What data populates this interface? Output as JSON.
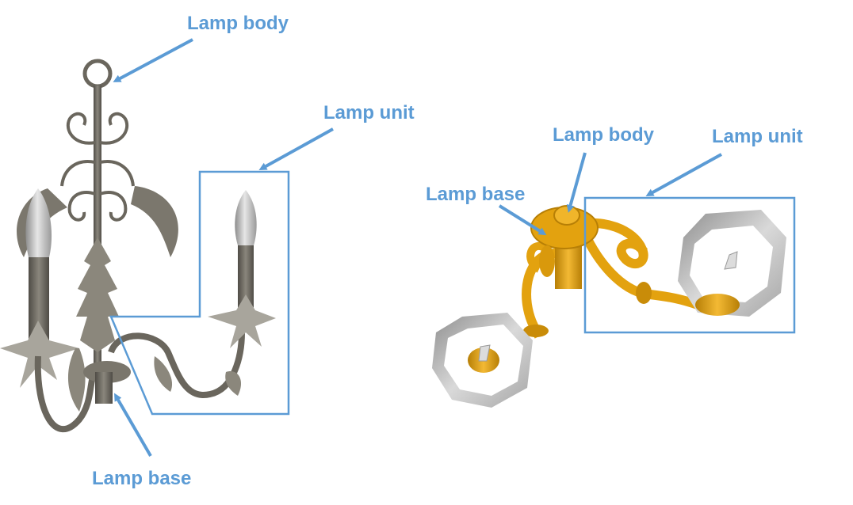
{
  "colors": {
    "label": "#5b9bd5",
    "metal": "#6f6b62",
    "metal_dark": "#4a4741",
    "bulb": "#b9b9b9",
    "gold": "#e3a20f",
    "gold_dark": "#b77f06",
    "shade": "#c8c8c8",
    "shade_dark": "#8e8e8e"
  },
  "left_figure": {
    "label_body": "Lamp body",
    "label_unit": "Lamp unit",
    "label_base": "Lamp base"
  },
  "right_figure": {
    "label_body": "Lamp body",
    "label_unit": "Lamp unit",
    "label_base": "Lamp base"
  }
}
